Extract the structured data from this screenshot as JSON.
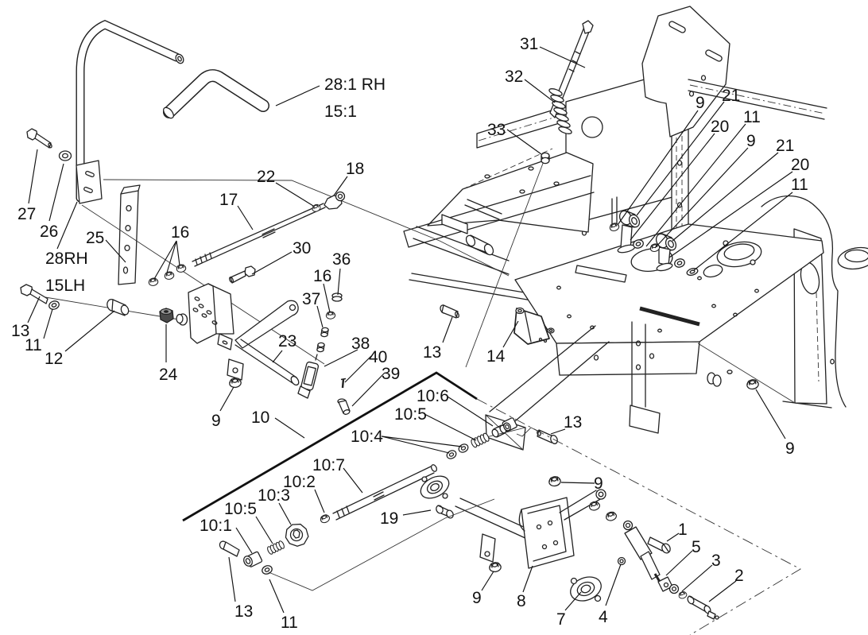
{
  "colors": {
    "background": "#ffffff",
    "line_color": "#222222",
    "label_color": "#111111"
  },
  "labels": {
    "l28_1rh": "28:1 RH",
    "l15_1": "15:1",
    "l27": "27",
    "l26": "26",
    "l28rh": "28RH",
    "l15lh": "15LH",
    "l25": "25",
    "l16a": "16",
    "l17": "17",
    "l22": "22",
    "l18": "18",
    "l30": "30",
    "l36": "36",
    "l16b": "16",
    "l37": "37",
    "l38": "38",
    "l40": "40",
    "l39": "39",
    "l13a": "13",
    "l11a": "11",
    "l12": "12",
    "l24": "24",
    "l9a": "9",
    "l10": "10",
    "l23": "23",
    "l13b": "13",
    "l14": "14",
    "l31": "31",
    "l32": "32",
    "l33": "33",
    "l9b": "9",
    "l21a": "21",
    "l20a": "20",
    "l11b": "11",
    "l9c": "9",
    "l21b": "21",
    "l20b": "20",
    "l11c": "11",
    "l13c": "13",
    "l10_6": "10:6",
    "l10_5a": "10:5",
    "l10_4": "10:4",
    "l10_7": "10:7",
    "l10_2": "10:2",
    "l10_3": "10:3",
    "l10_5b": "10:5",
    "l10_1": "10:1",
    "l19": "19",
    "l13d": "13",
    "l11d": "11",
    "l9d": "9",
    "l8": "8",
    "l7": "7",
    "l4": "4",
    "l9e": "9",
    "l9f": "9",
    "l1": "1",
    "l5": "5",
    "l3": "3",
    "l2": "2"
  }
}
